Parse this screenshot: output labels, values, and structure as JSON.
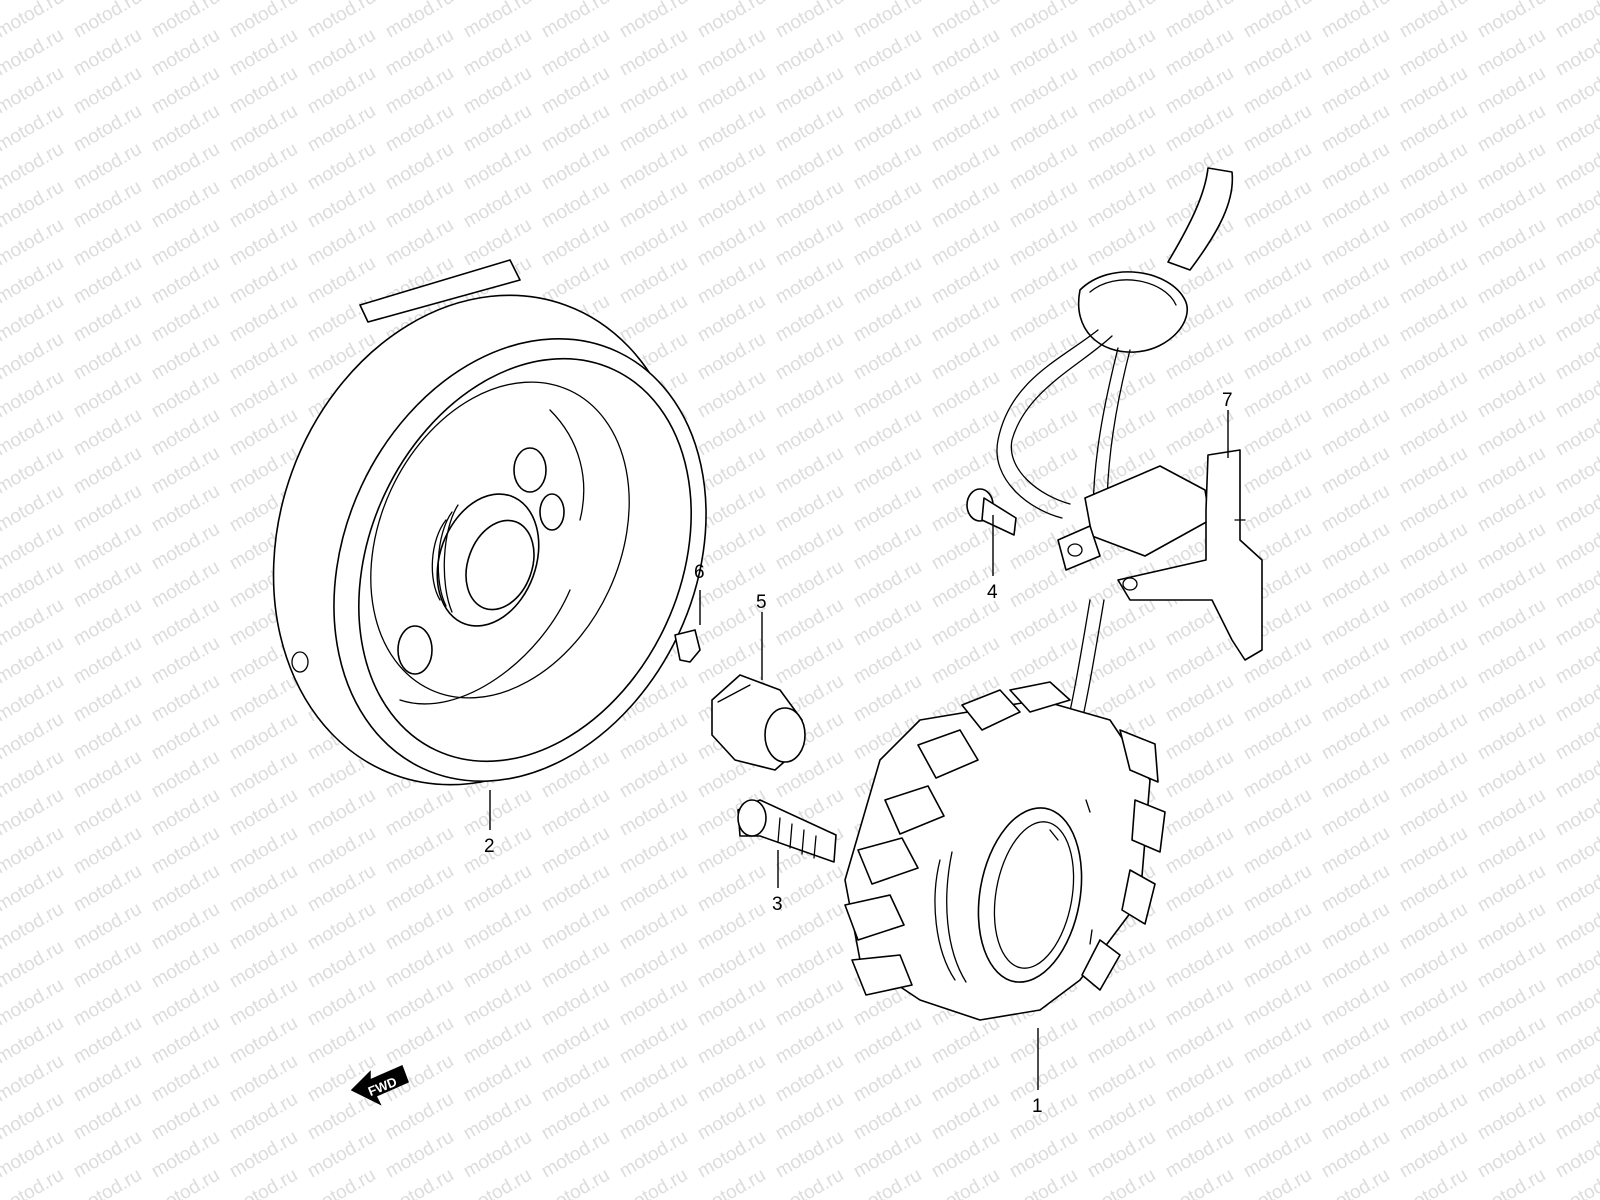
{
  "watermark": {
    "text": "motod.ru"
  },
  "diagram": {
    "callouts": [
      {
        "id": "1",
        "label": "1"
      },
      {
        "id": "2",
        "label": "2"
      },
      {
        "id": "3",
        "label": "3"
      },
      {
        "id": "4",
        "label": "4"
      },
      {
        "id": "5",
        "label": "5"
      },
      {
        "id": "6",
        "label": "6"
      },
      {
        "id": "7",
        "label": "7"
      }
    ],
    "direction_label": "FWD"
  }
}
